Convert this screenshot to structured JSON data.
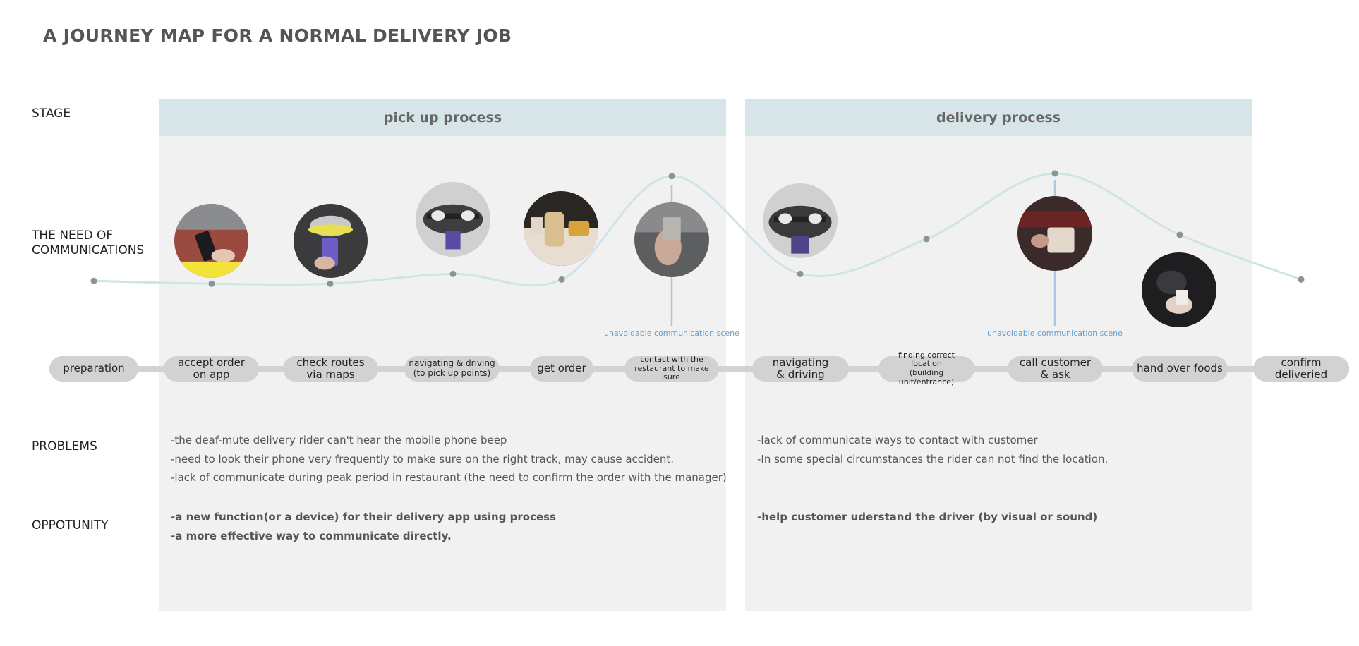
{
  "title": "A JOURNEY MAP FOR A NORMAL DELIVERY JOB",
  "row_labels": {
    "stage": "STAGE",
    "need_line1": "THE NEED OF",
    "need_line2": "COMMUNICATIONS",
    "problems": "PROBLEMS",
    "opportunity": "OPPOTUNITY"
  },
  "stages": [
    {
      "label": "pick up process"
    },
    {
      "label": "delivery process"
    }
  ],
  "steps": [
    {
      "line1": "preparation",
      "line2": ""
    },
    {
      "line1": "accept order",
      "line2": "on app"
    },
    {
      "line1": "check routes",
      "line2": "via maps"
    },
    {
      "line1": "navigating & driving",
      "line2": "(to pick up points)"
    },
    {
      "line1": "get order",
      "line2": ""
    },
    {
      "line1": "contact with the",
      "line2": "restaurant to make sure"
    },
    {
      "line1": "navigating",
      "line2": "& driving"
    },
    {
      "line1": "finding correct location",
      "line2": "(building unit/entrance)"
    },
    {
      "line1": "call customer",
      "line2": "& ask"
    },
    {
      "line1": "hand over foods",
      "line2": ""
    },
    {
      "line1": "confirm deliveried",
      "line2": ""
    }
  ],
  "scene_labels": [
    "unavoidable communication scene",
    "unavoidable communication scene"
  ],
  "problems": {
    "pickup": [
      "-the deaf-mute delivery rider can't hear the mobile phone beep",
      "-need to look their phone very frequently to make sure on the right track, may cause accident.",
      "-lack of communicate during peak period in restaurant (the need to confirm the order with the manager)"
    ],
    "delivery": [
      "-lack of communicate ways to contact with customer",
      "-In some special circumstances the rider can not find the location."
    ]
  },
  "opportunities": {
    "pickup": [
      "-a new function(or a device) for their delivery app using process",
      "-a more effective way to communicate directly."
    ],
    "delivery": [
      "-help customer uderstand the driver (by visual or sound)"
    ]
  },
  "chart_data": {
    "type": "line",
    "title": "THE NEED OF COMMUNICATIONS",
    "categories": [
      "preparation",
      "accept order on app",
      "check routes via maps",
      "navigating & driving (to pick up points)",
      "get order",
      "contact with the restaurant to make sure",
      "navigating & driving",
      "finding correct location (building unit/entrance)",
      "call customer & ask",
      "hand over foods",
      "confirm deliveried"
    ],
    "series": [
      {
        "name": "need of communications",
        "values": [
          1.5,
          1.3,
          1.3,
          2.0,
          1.6,
          9.0,
          2.0,
          4.5,
          9.2,
          4.8,
          1.6
        ]
      }
    ],
    "ylim": [
      0,
      10
    ],
    "highlighted": [
      "contact with the restaurant to make sure",
      "call customer & ask"
    ],
    "colors": {
      "curve": "#cfe4e8",
      "point": "#8f9293",
      "scene_line": "#a8c8e4"
    }
  },
  "photos": [
    {
      "icon": "phone-app-photo"
    },
    {
      "icon": "map-phone-photo"
    },
    {
      "icon": "scooter-photo"
    },
    {
      "icon": "food-order-photo"
    },
    {
      "icon": "restaurant-contact-photo"
    },
    {
      "icon": "scooter-photo"
    },
    {
      "icon": "call-customer-photo"
    },
    {
      "icon": "hand-over-photo"
    }
  ]
}
